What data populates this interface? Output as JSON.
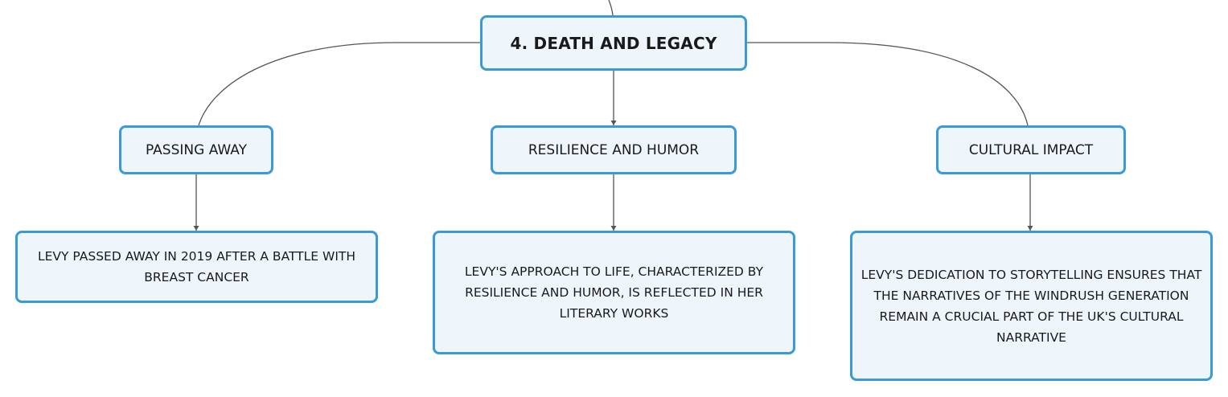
{
  "root": {
    "label": "4. DEATH AND LEGACY"
  },
  "topics": [
    {
      "label": "PASSING AWAY"
    },
    {
      "label": "RESILIENCE AND HUMOR"
    },
    {
      "label": "CULTURAL IMPACT"
    }
  ],
  "details": [
    {
      "text": "LEVY PASSED AWAY IN 2019 AFTER A BATTLE WITH BREAST CANCER"
    },
    {
      "text": "LEVY'S APPROACH TO LIFE, CHARACTERIZED BY RESILIENCE AND HUMOR, IS REFLECTED IN HER LITERARY WORKS"
    },
    {
      "text": "LEVY'S DEDICATION TO STORYTELLING ENSURES THAT THE NARRATIVES OF THE WINDRUSH GENERATION REMAIN A CRUCIAL PART OF THE UK'S CULTURAL NARRATIVE"
    }
  ],
  "colors": {
    "node_border": "#3a9ad9",
    "node_fill": "#eef6fc",
    "connector": "#555555"
  }
}
